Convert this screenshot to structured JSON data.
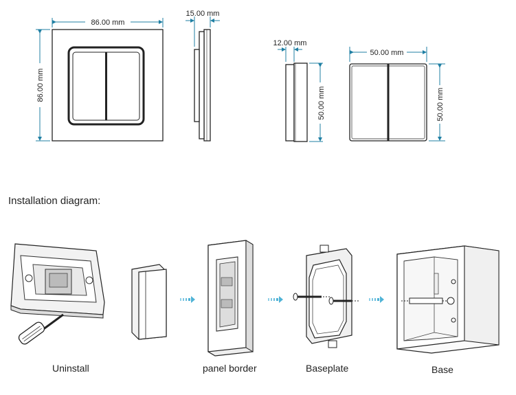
{
  "dimensions": {
    "front_width": "86.00 mm",
    "front_height": "86.00 mm",
    "side_depth": "15.00 mm",
    "module_depth": "12.00 mm",
    "module_side_height": "50.00 mm",
    "module_width": "50.00 mm",
    "module_height": "50.00 mm"
  },
  "installation": {
    "heading": "Installation diagram:",
    "steps": [
      {
        "label": "Uninstall"
      },
      {
        "label": "panel border"
      },
      {
        "label": "Baseplate"
      },
      {
        "label": "Base"
      }
    ]
  },
  "colors": {
    "dimension_line": "#1f7fa3",
    "outline": "#222222",
    "arrow": "#4fb3d6"
  }
}
